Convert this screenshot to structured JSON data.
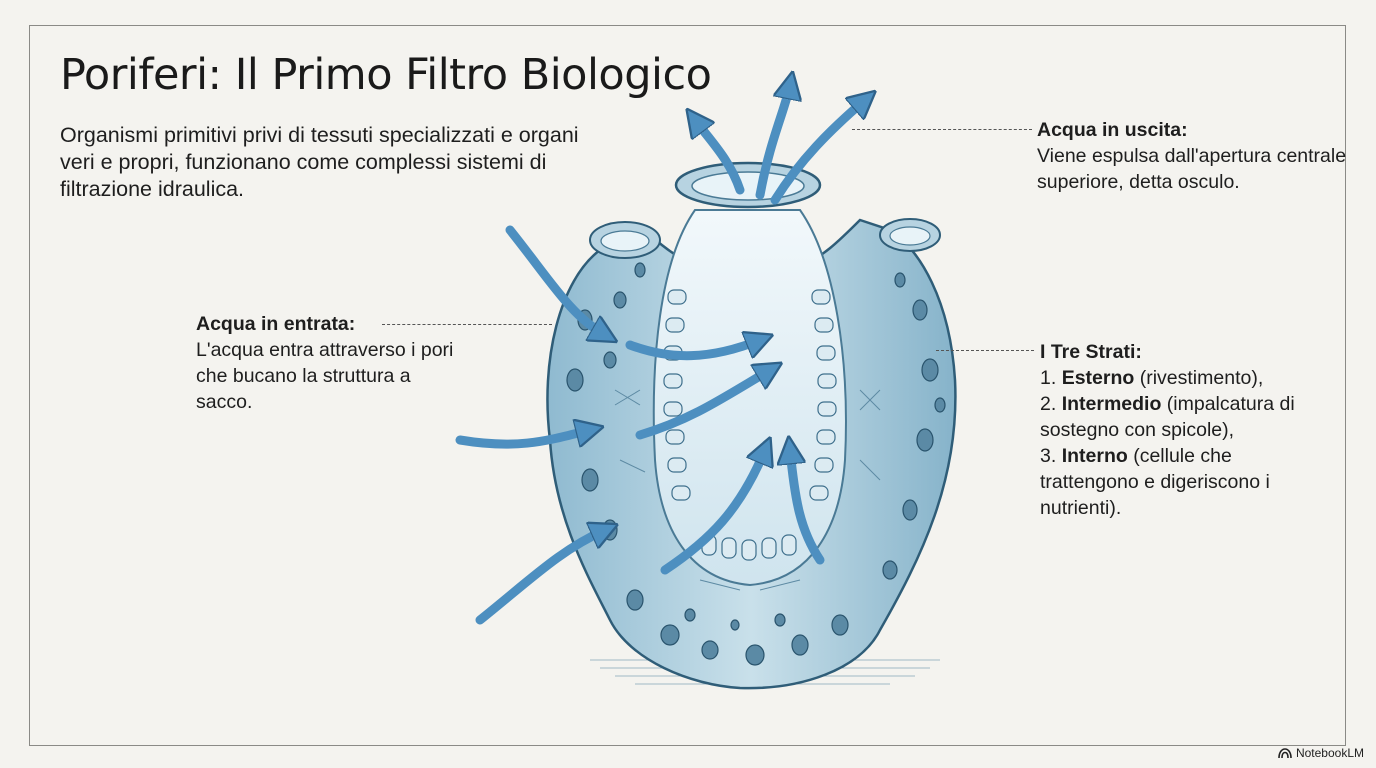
{
  "title": "Poriferi: Il Primo Filtro Biologico",
  "intro": "Organismi primitivi privi di tessuti specializzati e organi veri e propri, funzionano come complessi sistemi di filtrazione idraulica.",
  "inflow": {
    "heading": "Acqua in entrata:",
    "text": "L'acqua entra attraverso i pori che bucano la struttura a sacco."
  },
  "outflow": {
    "heading": "Acqua in uscita:",
    "text": "Viene espulsa dall'apertura centrale superiore, detta osculo."
  },
  "layers": {
    "heading": "I Tre Strati:",
    "items": [
      {
        "num": "1.",
        "bold": "Esterno",
        "text": " (rivestimento),"
      },
      {
        "num": "2.",
        "bold": "Intermedio",
        "text": " (impalcatura di sostegno con spicole),"
      },
      {
        "num": "3.",
        "bold": "Interno",
        "text": " (cellule che trattengono e digeriscono i nutrienti)."
      }
    ]
  },
  "brand": {
    "label": "NotebookLM",
    "icon": "notebooklm-logo-icon"
  },
  "colors": {
    "background": "#f4f3ef",
    "sponge_light": "#c9e0ea",
    "sponge_mid": "#8fbad0",
    "sponge_dark": "#3e6f8c",
    "arrow": "#4d8fc0",
    "interior": "#e3f0f6"
  }
}
